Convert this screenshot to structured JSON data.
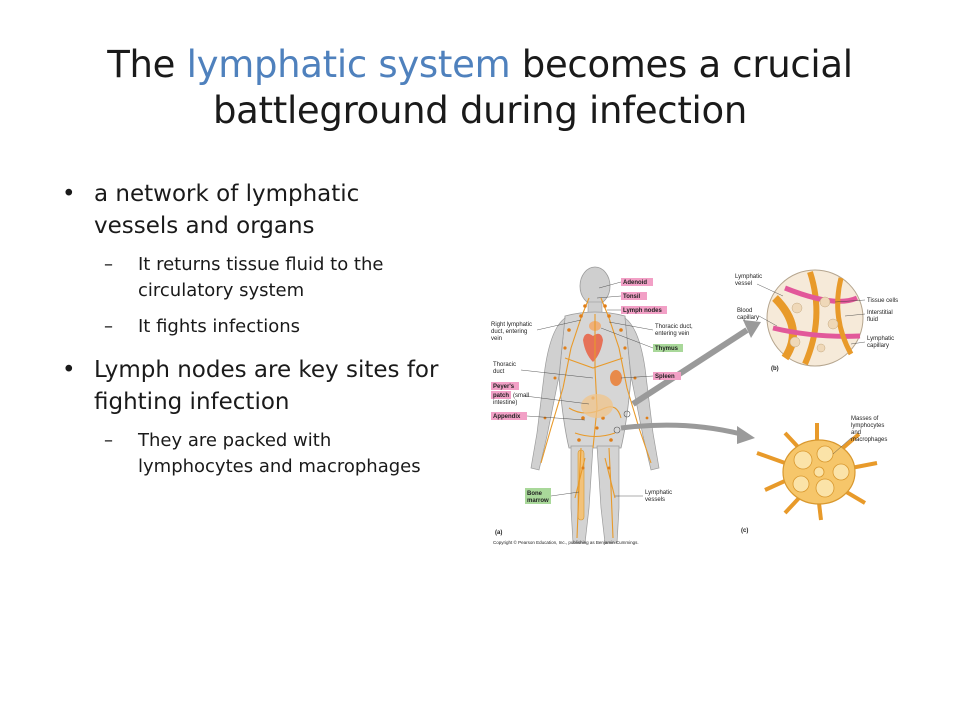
{
  "slide": {
    "title": {
      "before": "The ",
      "highlight": "lymphatic system",
      "after": " becomes a crucial battleground during infection"
    },
    "accent_color": "#4f81bd",
    "bullets": [
      {
        "text": "a network of lymphatic vessels and organs"
      },
      {
        "text": "It returns tissue fluid to the circulatory system"
      },
      {
        "text": "It fights infections"
      },
      {
        "text": "Lymph nodes are key sites for fighting infection"
      },
      {
        "text": "They are packed with lymphocytes and macrophages"
      }
    ],
    "bullet_marks": {
      "level1": "•",
      "level2": "–"
    }
  },
  "figure": {
    "labels_a": {
      "adenoid": "Adenoid",
      "tonsil": "Tonsil",
      "lymph_nodes": "Lymph nodes",
      "right_duct_1": "Right lymphatic",
      "right_duct_2": "duct, entering",
      "right_duct_3": "vein",
      "thoracic_vein_1": "Thoracic duct,",
      "thoracic_vein_2": "entering vein",
      "thymus": "Thymus",
      "thoracic_1": "Thoracic",
      "thoracic_2": "duct",
      "spleen": "Spleen",
      "peyers_1": "Peyer's",
      "peyers_2": "patch",
      "peyers_3": "(small",
      "peyers_4": "intestine)",
      "appendix": "Appendix",
      "bone_1": "Bone",
      "bone_2": "marrow",
      "lvessels_1": "Lymphatic",
      "lvessels_2": "vessels",
      "panel": "(a)"
    },
    "labels_b": {
      "lvessel_1": "Lymphatic",
      "lvessel_2": "vessel",
      "blood_1": "Blood",
      "blood_2": "capillary",
      "tissue": "Tissue cells",
      "interstitial_1": "Interstitial",
      "interstitial_2": "fluid",
      "lcap_1": "Lymphatic",
      "lcap_2": "capillary",
      "panel": "(b)"
    },
    "labels_c": {
      "masses_1": "Masses of",
      "masses_2": "lymphocytes",
      "masses_3": "and",
      "masses_4": "macrophages",
      "panel": "(c)"
    },
    "copyright": "Copyright © Pearson Education, Inc., publishing as Benjamin Cummings.",
    "colors": {
      "pink_tag": "#f2a0c6",
      "green_tag": "#a9d89a",
      "vessel_orange": "#e89a2a",
      "arrow_gray": "#9a9a9a",
      "body_gray": "#c9c9c9"
    }
  }
}
